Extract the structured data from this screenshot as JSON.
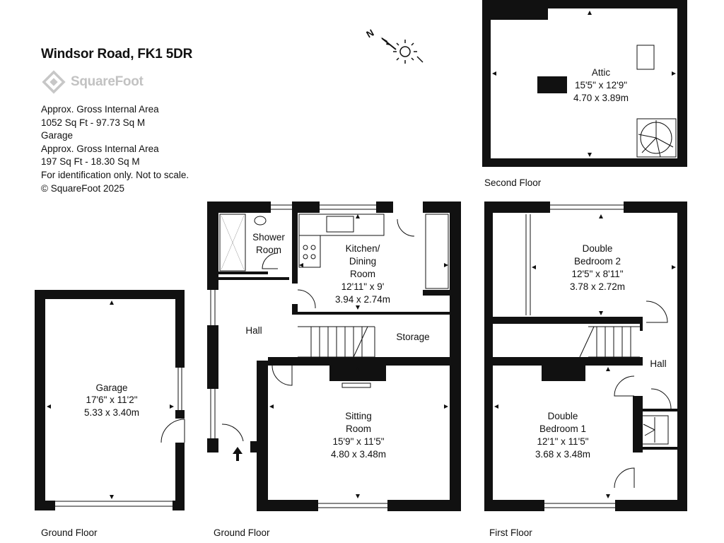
{
  "property": {
    "address": "Windsor Road, FK1 5DR",
    "logo_text": "SquareFoot",
    "info_lines": [
      "Approx. Gross Internal Area",
      "1052 Sq Ft  -  97.73 Sq M",
      "Garage",
      "Approx. Gross Internal Area",
      "197 Sq Ft  -  18.30 Sq M",
      "For identification only. Not to scale.",
      "© SquareFoot 2025"
    ]
  },
  "compass": {
    "north_label": "N"
  },
  "rooms": {
    "garage": [
      "Garage",
      "17'6\" x 11'2\"",
      "5.33 x 3.40m"
    ],
    "shower": [
      "Shower",
      "Room"
    ],
    "kitchen": [
      "Kitchen/",
      "Dining",
      "Room",
      "12'11\" x 9'",
      "3.94 x 2.74m"
    ],
    "hall_ground": [
      "Hall"
    ],
    "storage": [
      "Storage"
    ],
    "sitting": [
      "Sitting",
      "Room",
      "15'9\" x 11'5\"",
      "4.80 x 3.48m"
    ],
    "attic": [
      "Attic",
      "15'5\" x 12'9\"",
      "4.70 x 3.89m"
    ],
    "bedroom2": [
      "Double",
      "Bedroom 2",
      "12'5\" x 8'11\"",
      "3.78 x 2.72m"
    ],
    "hall_first": [
      "Hall"
    ],
    "bedroom1": [
      "Double",
      "Bedroom 1",
      "12'1\" x 11'5\"",
      "3.68 x 3.48m"
    ]
  },
  "floors": {
    "garage_floor": "Ground Floor",
    "ground_floor": "Ground Floor",
    "first_floor": "First Floor",
    "second_floor": "Second Floor"
  }
}
